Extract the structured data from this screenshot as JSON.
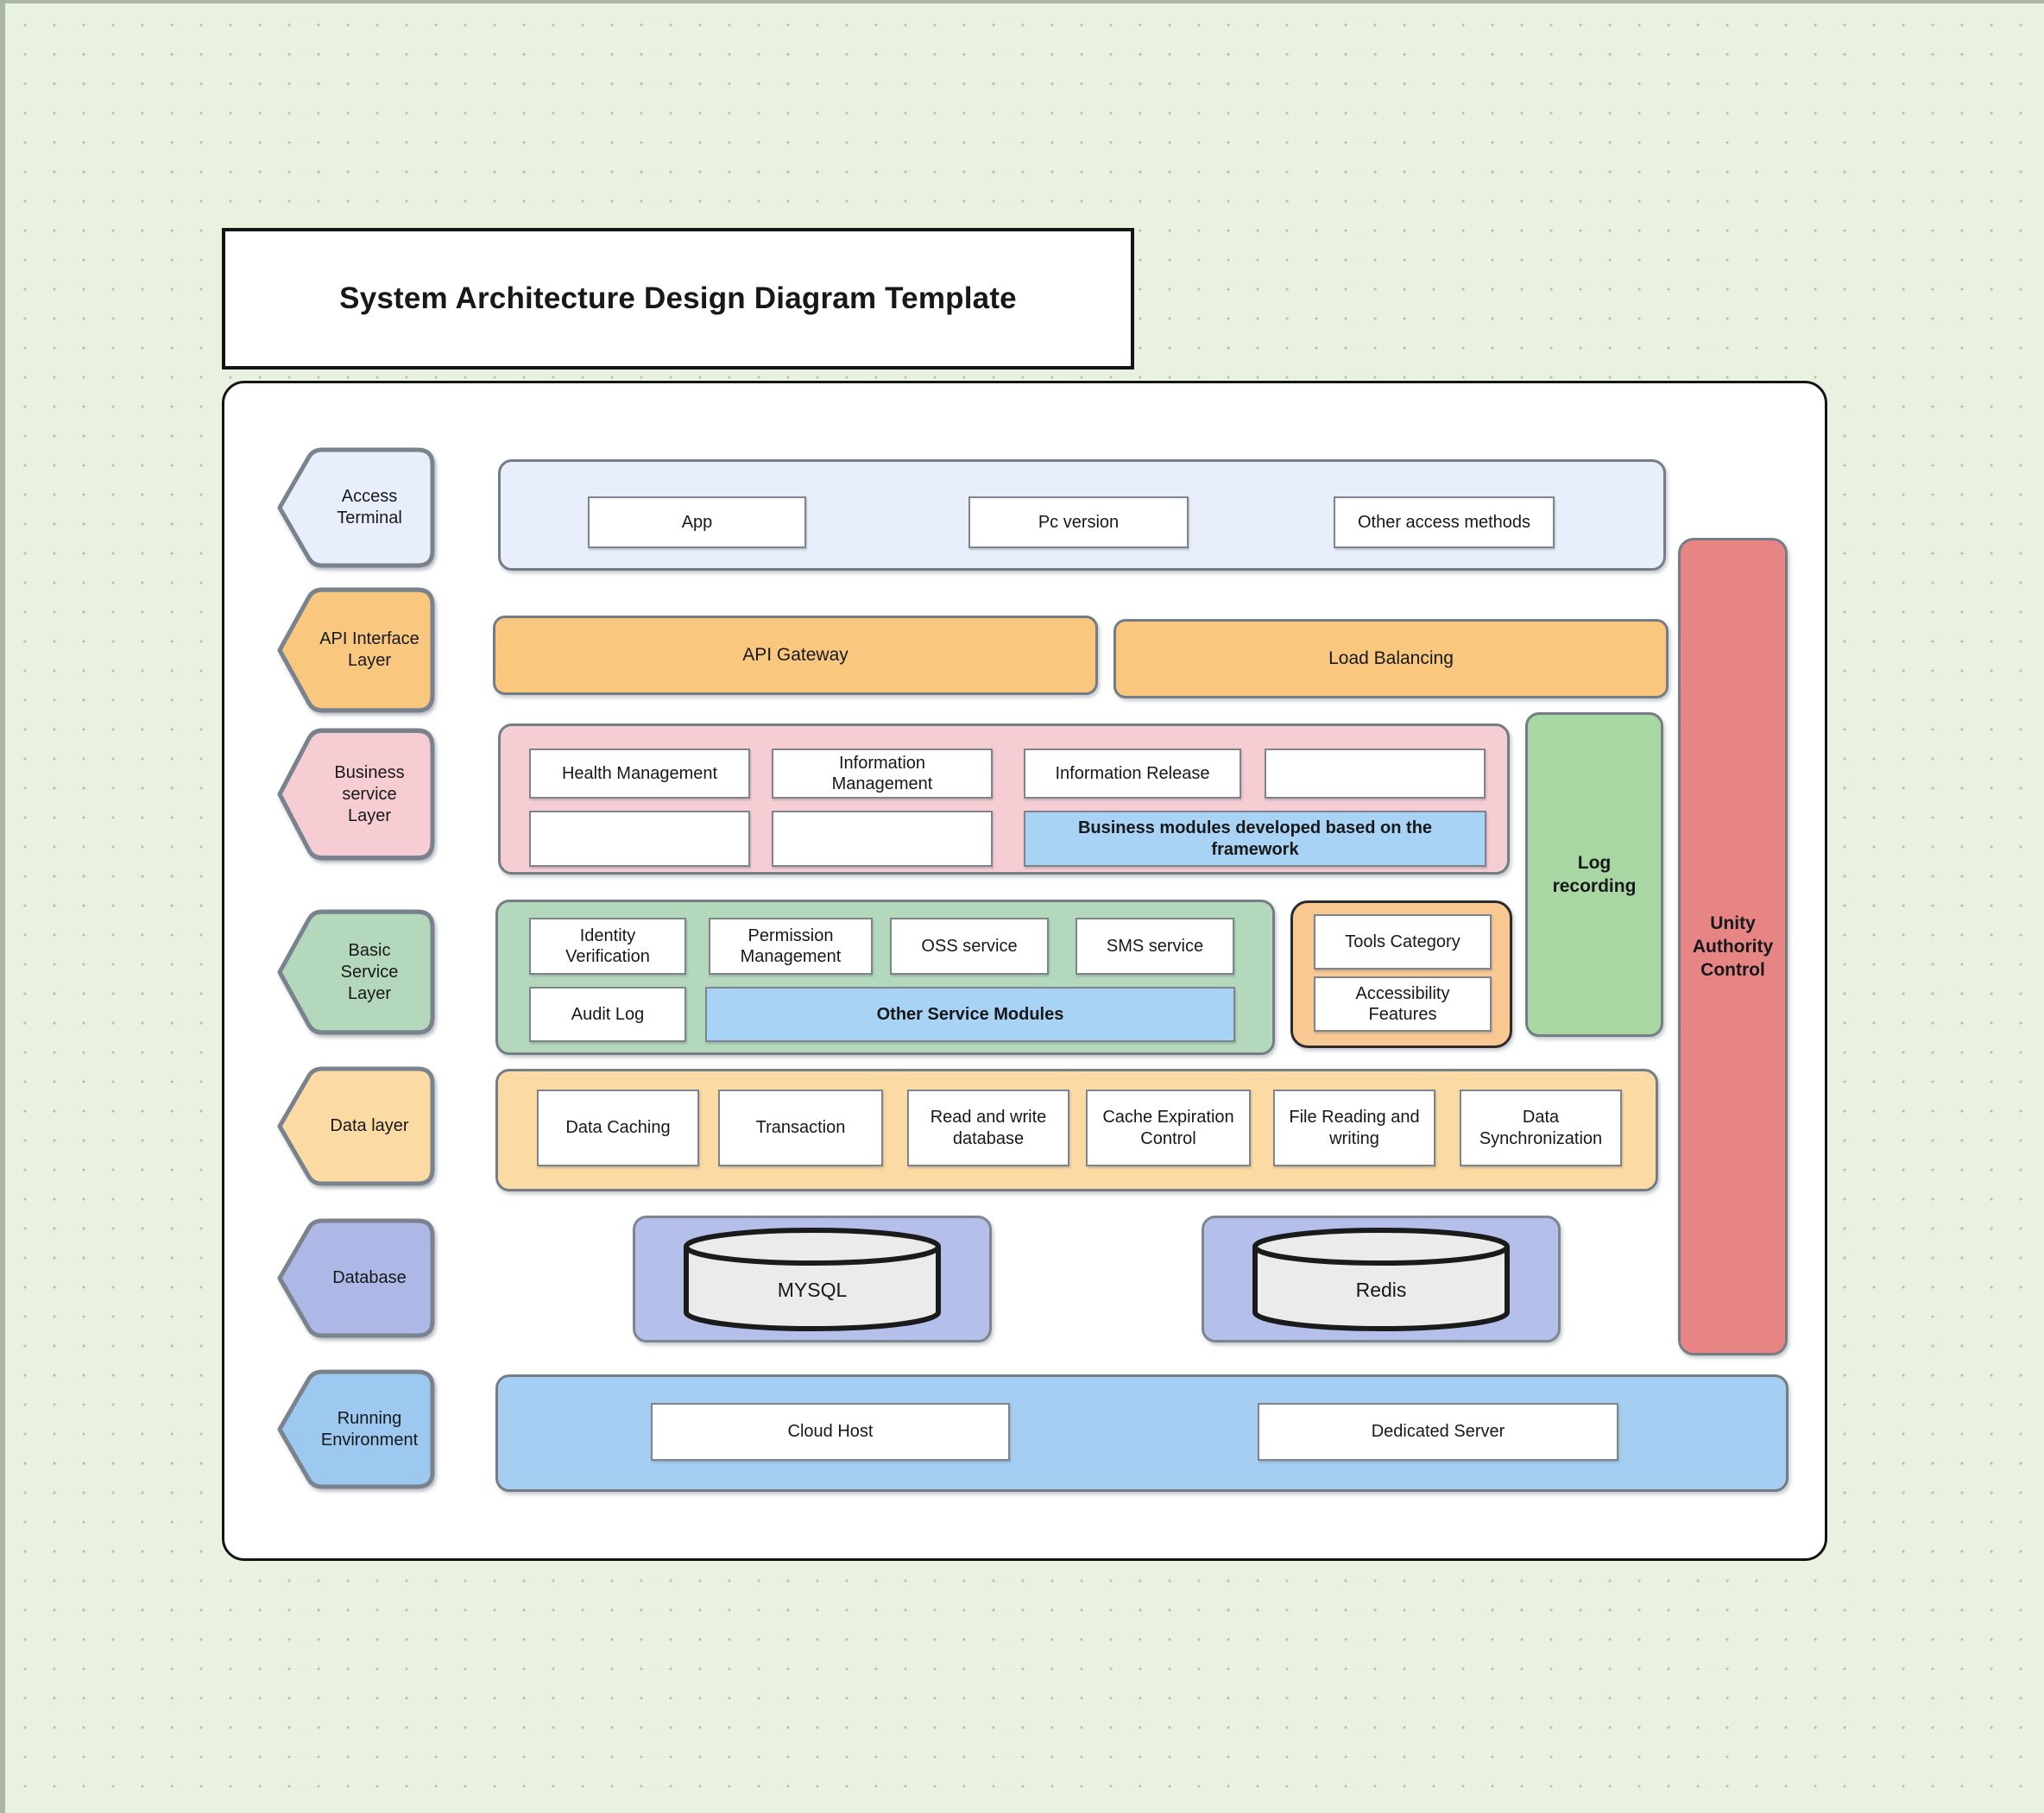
{
  "title": "System Architecture Design Diagram Template",
  "access": {
    "label": "Access Terminal",
    "items": [
      "App",
      "Pc version",
      "Other access methods"
    ]
  },
  "api": {
    "label": "API Interface Layer",
    "gateway": "API Gateway",
    "load_balancing": "Load Balancing"
  },
  "business": {
    "label": "Business service Layer",
    "modules": [
      "Health Management",
      "Information Management",
      "Information Release"
    ],
    "highlight": "Business modules developed based on the framework"
  },
  "basic": {
    "label": "Basic Service Layer",
    "modules": [
      "Identity Verification",
      "Permission Management",
      "OSS service",
      "SMS service"
    ],
    "audit": "Audit Log",
    "highlight": "Other Service Modules",
    "tools": [
      "Tools Category",
      "Accessibility Features"
    ]
  },
  "data_layer": {
    "label": "Data layer",
    "items": [
      "Data Caching",
      "Transaction",
      "Read and write database",
      "Cache Expiration Control",
      "File Reading and writing",
      "Data Synchronization"
    ]
  },
  "database": {
    "label": "Database",
    "items": [
      "MYSQL",
      "Redis"
    ]
  },
  "running": {
    "label": "Running Environment",
    "items": [
      "Cloud Host",
      "Dedicated Server"
    ]
  },
  "sidebars": {
    "log": "Log recording",
    "unity": "Unity Authority Control"
  },
  "colors": {
    "canvas_bg": "#e9f1e0",
    "access_blue": "#e8eefb",
    "api_orange": "#f9c87e",
    "business_pink": "#f5cdd3",
    "basic_green": "#b4d8bb",
    "highlight_blue": "#a9d3f5",
    "tools_peach": "#f8c893",
    "data_orange": "#fcdaa4",
    "database_periwinkle": "#b5c0ea",
    "running_blue": "#a6cef2",
    "log_green": "#a9d7a3",
    "unity_red": "#e78585"
  }
}
